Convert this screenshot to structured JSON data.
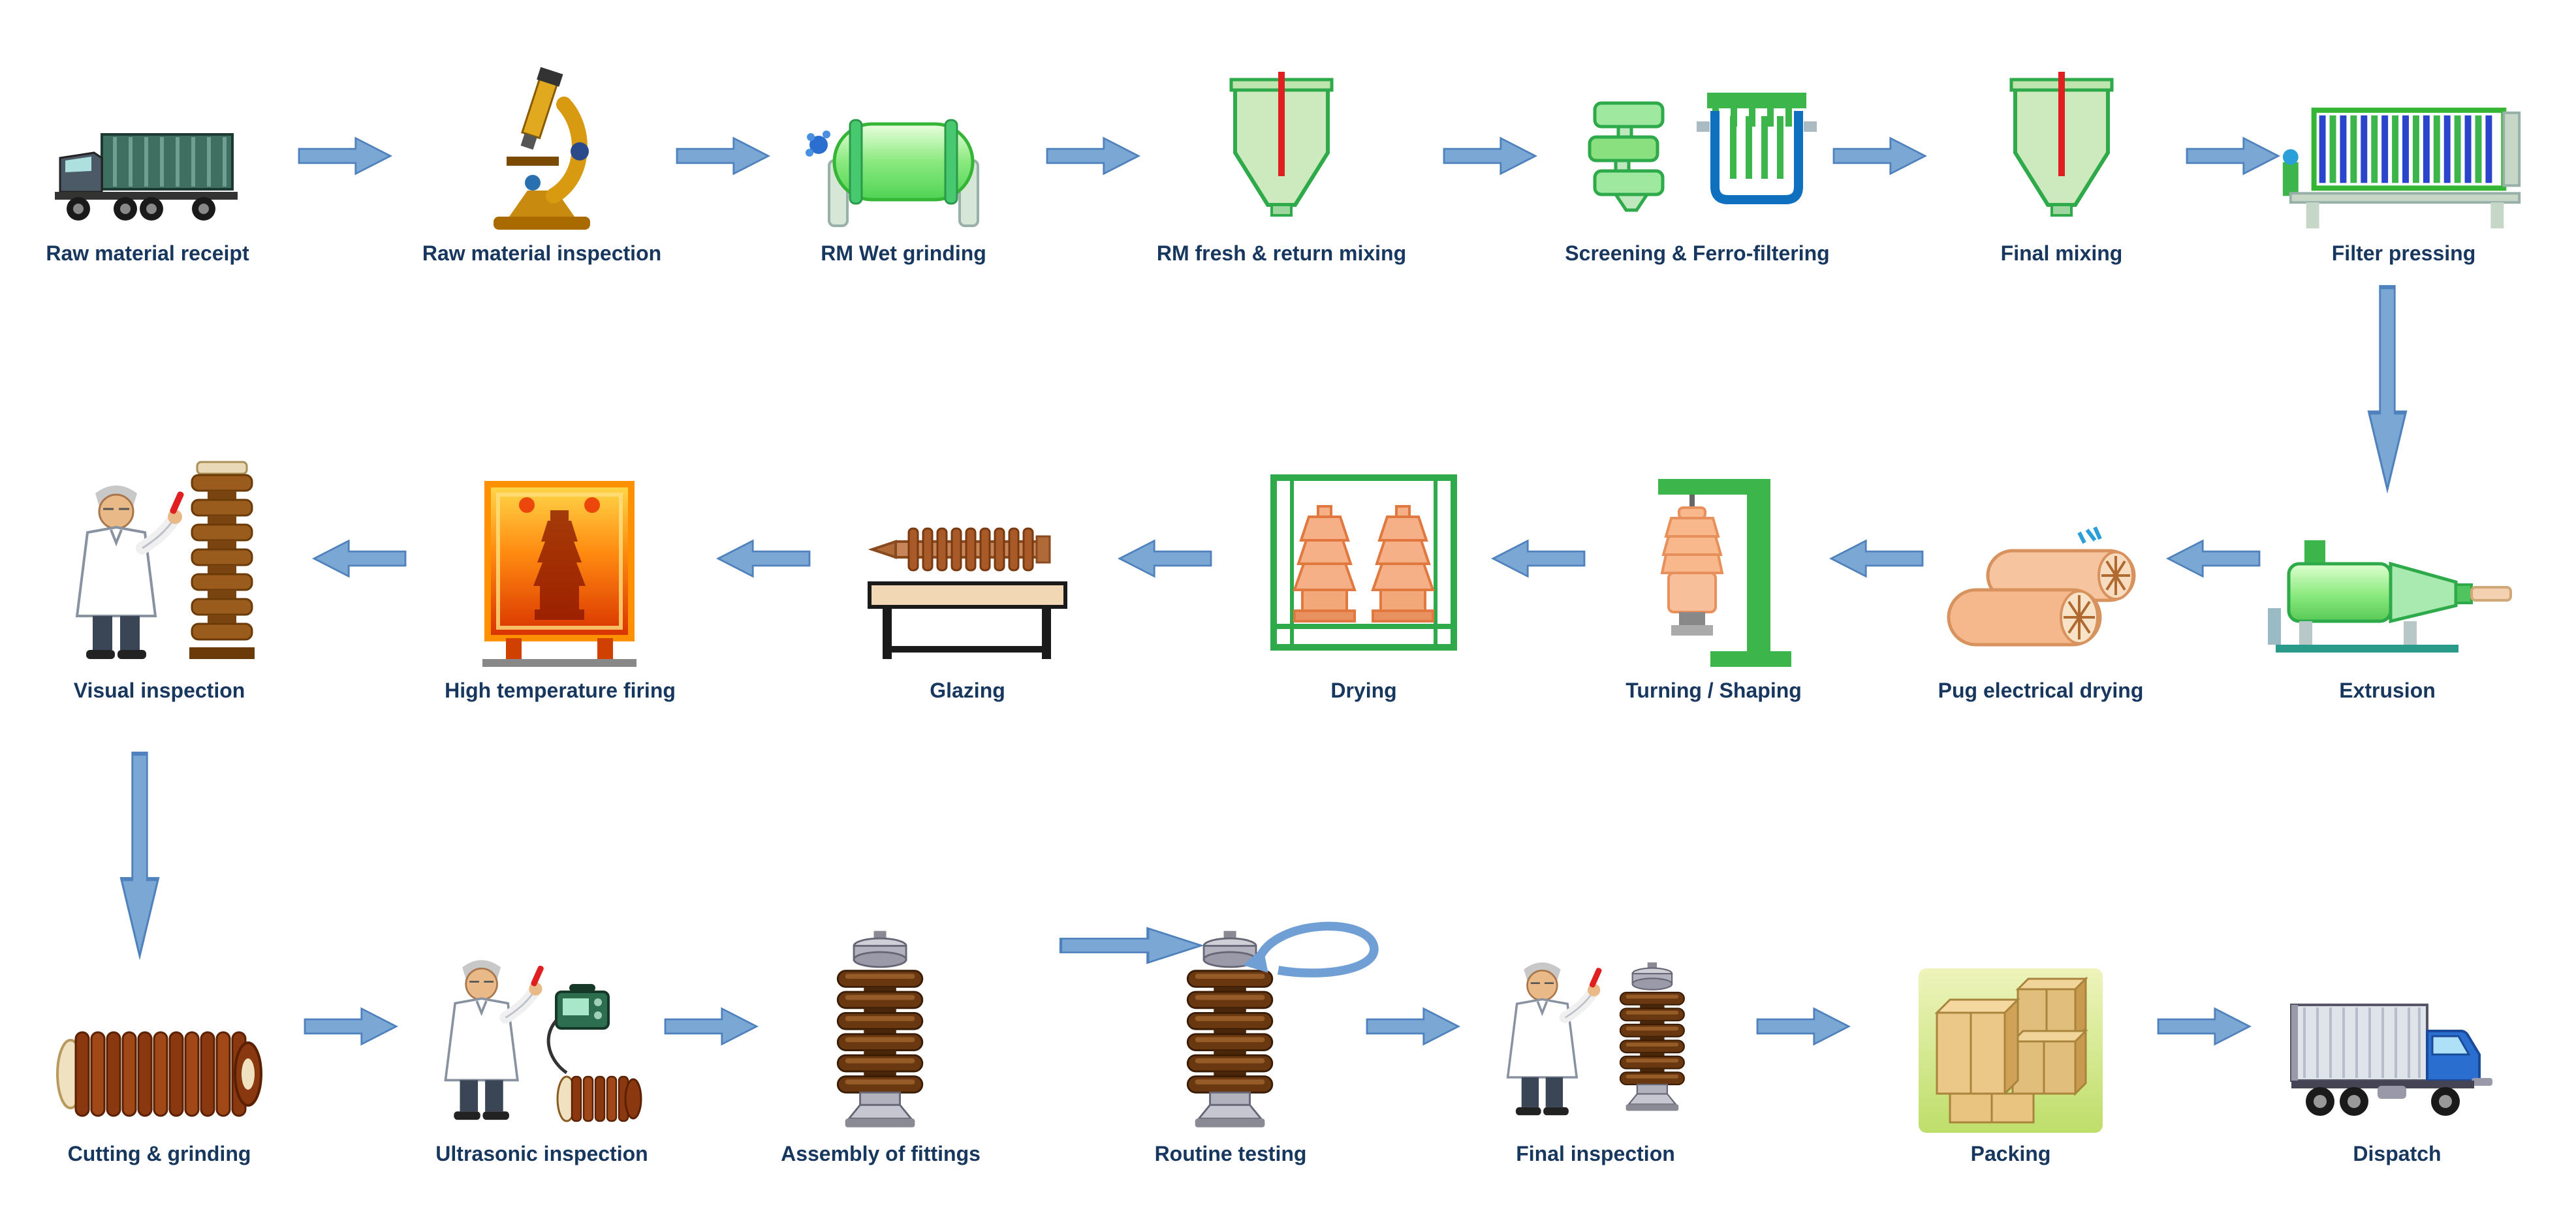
{
  "diagram": {
    "type": "process-flow",
    "colors": {
      "label_text": "#17375E",
      "arrow_fill": "#7aa7d4",
      "arrow_border": "#4f81bd",
      "machine_green": "#3cb54a",
      "clay_orange": "#f4b88c",
      "insulator_brown": "#6a3810"
    },
    "rows": [
      {
        "flow": "left-to-right",
        "items": [
          {
            "label": "Raw material receipt",
            "icon": "truck-icon"
          },
          {
            "label": "Raw material inspection",
            "icon": "microscope-icon"
          },
          {
            "label": "RM Wet grinding",
            "icon": "ball-mill-icon"
          },
          {
            "label": "RM fresh & return mixing",
            "icon": "mixing-hopper-icon"
          },
          {
            "label": "Screening & Ferro-filtering",
            "icon": "screening-ferro-filter-icon"
          },
          {
            "label": "Final mixing",
            "icon": "mixing-hopper-icon"
          },
          {
            "label": "Filter pressing",
            "icon": "filter-press-icon"
          }
        ]
      },
      {
        "flow": "right-to-left",
        "items": [
          {
            "label": "Visual inspection",
            "icon": "inspector-with-insulator-icon"
          },
          {
            "label": "High temperature firing",
            "icon": "kiln-icon"
          },
          {
            "label": "Glazing",
            "icon": "glazing-table-icon"
          },
          {
            "label": "Drying",
            "icon": "drying-rack-icon"
          },
          {
            "label": "Turning / Shaping",
            "icon": "turning-lathe-icon"
          },
          {
            "label": "Pug electrical drying",
            "icon": "pug-cylinders-icon"
          },
          {
            "label": "Extrusion",
            "icon": "extruder-icon"
          }
        ]
      },
      {
        "flow": "left-to-right",
        "items": [
          {
            "label": "Cutting & grinding",
            "icon": "cut-insulator-icon"
          },
          {
            "label": "Ultrasonic inspection",
            "icon": "ultrasonic-inspector-icon"
          },
          {
            "label": "Assembly of fittings",
            "icon": "assembled-insulator-icon"
          },
          {
            "label": "Routine testing",
            "icon": "testing-insulator-icon"
          },
          {
            "label": "Final inspection",
            "icon": "final-inspector-icon"
          },
          {
            "label": "Packing",
            "icon": "packing-boxes-icon"
          },
          {
            "label": "Dispatch",
            "icon": "dispatch-truck-icon"
          }
        ]
      }
    ]
  }
}
